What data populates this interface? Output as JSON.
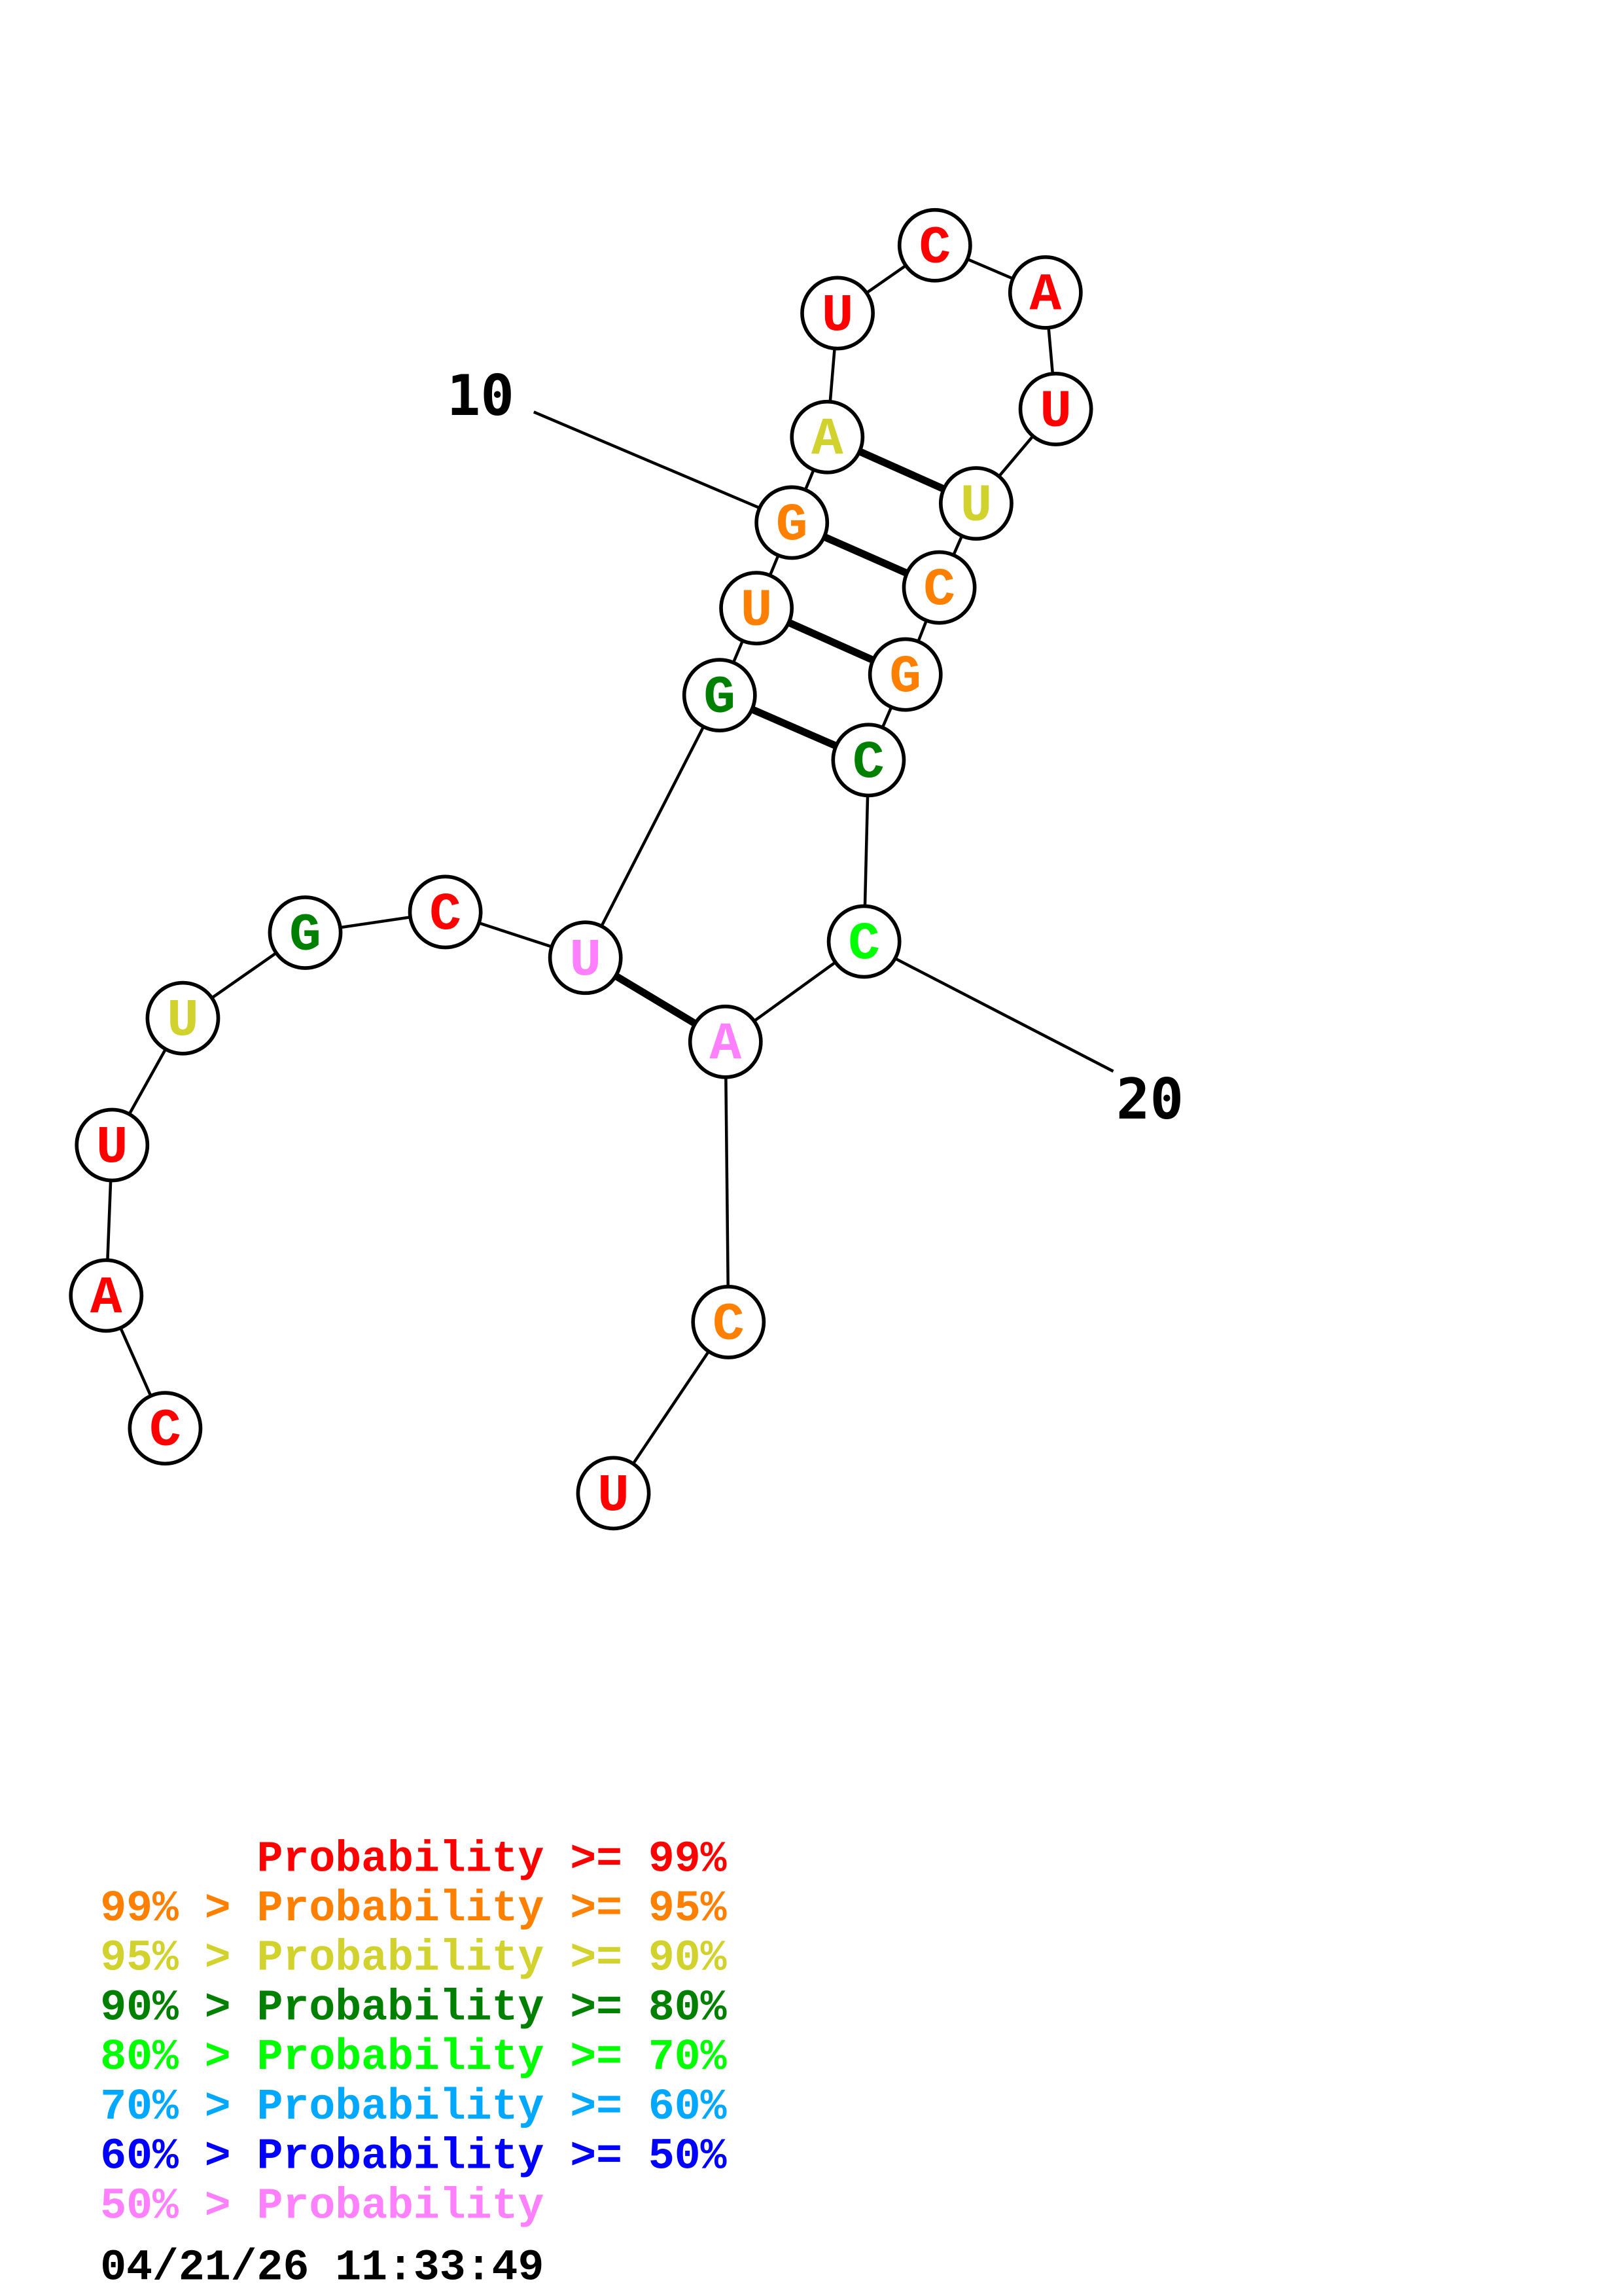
{
  "structure": {
    "sequence": [
      "C",
      "A",
      "U",
      "U",
      "G",
      "C",
      "U",
      "G",
      "U",
      "G",
      "A",
      "U",
      "C",
      "A",
      "U",
      "U",
      "C",
      "G",
      "C",
      "C",
      "A",
      "C",
      "U"
    ],
    "probability_class": [
      0,
      0,
      0,
      2,
      3,
      0,
      7,
      3,
      1,
      1,
      2,
      0,
      0,
      0,
      0,
      2,
      1,
      1,
      3,
      4,
      7,
      1,
      0
    ],
    "pairs": [
      [
        7,
        21
      ],
      [
        8,
        19
      ],
      [
        9,
        18
      ],
      [
        10,
        17
      ],
      [
        11,
        16
      ]
    ],
    "number_labels": [
      {
        "index": 10,
        "text": "10"
      },
      {
        "index": 20,
        "text": "20"
      }
    ]
  },
  "legend": {
    "colors": [
      "#ff0000",
      "#ff8000",
      "#d2d22e",
      "#008000",
      "#00ff00",
      "#00a8ff",
      "#0000ff",
      "#ff80ff"
    ],
    "rows": [
      {
        "prefix": "    ",
        "label": "Probability",
        "suffix": ">= 99%"
      },
      {
        "prefix": "99% >",
        "label": "Probability",
        "suffix": ">= 95%"
      },
      {
        "prefix": "95% >",
        "label": "Probability",
        "suffix": ">= 90%"
      },
      {
        "prefix": "90% >",
        "label": "Probability",
        "suffix": ">= 80%"
      },
      {
        "prefix": "80% >",
        "label": "Probability",
        "suffix": ">= 70%"
      },
      {
        "prefix": "70% >",
        "label": "Probability",
        "suffix": ">= 60%"
      },
      {
        "prefix": "60% >",
        "label": "Probability",
        "suffix": ">= 50%"
      },
      {
        "prefix": "50% >",
        "label": "Probability",
        "suffix": ""
      }
    ]
  },
  "timestamp": "04/21/26 11:33:49"
}
